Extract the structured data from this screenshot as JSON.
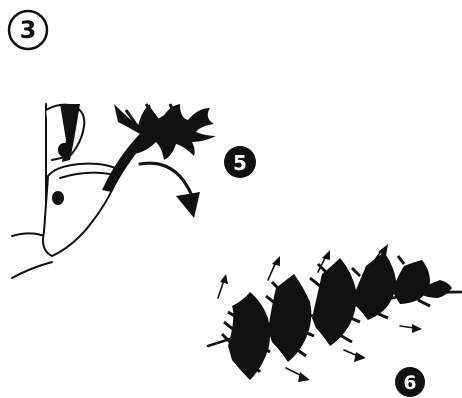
{
  "steps": {
    "step_a": "3",
    "step_b": "5",
    "step_c": "6"
  },
  "colors": {
    "ink": "#111111",
    "paper": "#ffffff"
  },
  "icons": {
    "glove_hand": "gloved-hand-icon",
    "fern_sprig": "fern-sprig-icon",
    "flat_fern": "flat-fern-leaf-icon",
    "curved_arrow": "curved-arrow-icon",
    "small_arrow": "arrow-icon"
  }
}
